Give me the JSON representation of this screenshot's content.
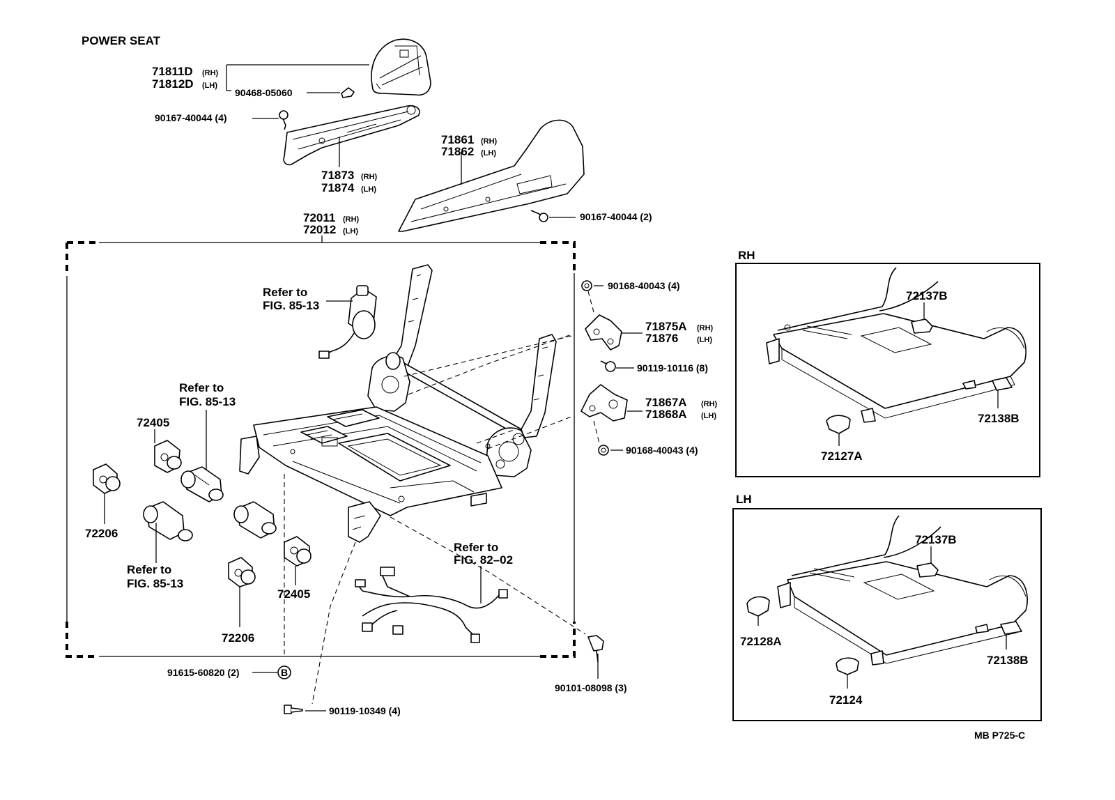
{
  "title": "POWER SEAT",
  "code": "MB P725-C",
  "labels": {
    "p71811": "71811D",
    "p71811_side": "(RH)",
    "p71812": "71812D",
    "p71812_side": "(LH)",
    "p90468": "90468-05060",
    "p90167a": "90167-40044 (4)",
    "p71873": "71873",
    "p71873_side": "(RH)",
    "p71874": "71874",
    "p71874_side": "(LH)",
    "p71861": "71861",
    "p71861_side": "(RH)",
    "p71862": "71862",
    "p71862_side": "(LH)",
    "p90167b": "90167-40044 (2)",
    "p72011": "72011",
    "p72011_side": "(RH)",
    "p72012": "72012",
    "p72012_side": "(LH)",
    "p90168a": "90168-40043 (4)",
    "p71875": "71875A",
    "p71875_side": "(RH)",
    "p71876": "71876",
    "p71876_side": "(LH)",
    "p90119a": "90119-10116 (8)",
    "p71867": "71867A",
    "p71867_side": "(RH)",
    "p71868": "71868A",
    "p71868_side": "(LH)",
    "p90168b": "90168-40043 (4)",
    "refer1_a": "Refer to",
    "refer1_b": "FIG. 85-13",
    "refer2_a": "Refer to",
    "refer2_b": "FIG. 85-13",
    "refer3_a": "Refer to",
    "refer3_b": "FIG. 85-13",
    "refer4_a": "Refer to",
    "refer4_b": "FIG. 82–02",
    "p72405a": "72405",
    "p72405b": "72405",
    "p72206a": "72206",
    "p72206b": "72206",
    "p91615": "91615-60820 (2)",
    "circle_b": "B",
    "p90119b": "90119-10349 (4)",
    "p90101": "90101-08098 (3)"
  },
  "rh_panel": {
    "title": "RH",
    "p72137b": "72137B",
    "p72138b": "72138B",
    "p72127a": "72127A"
  },
  "lh_panel": {
    "title": "LH",
    "p72137b": "72137B",
    "p72138b": "72138B",
    "p72128a": "72128A",
    "p72124": "72124"
  }
}
